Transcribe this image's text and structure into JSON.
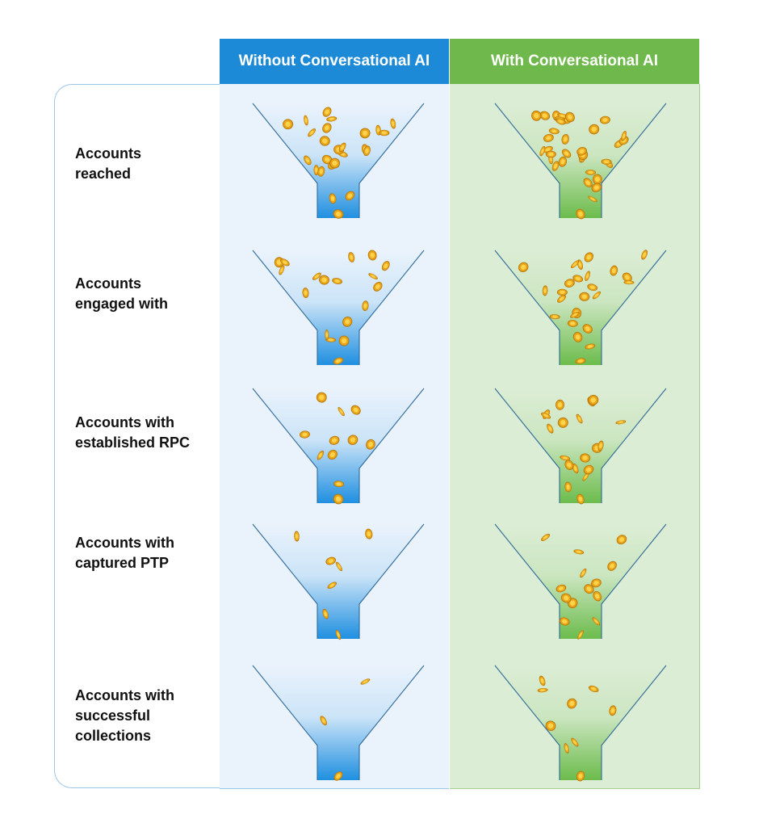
{
  "columns": {
    "without": {
      "label": "Without Conversational AI",
      "header_color": "#1d8ad8",
      "funnel_color": "#1f8fe0"
    },
    "with": {
      "label": "With Conversational AI",
      "header_color": "#6fb84b",
      "funnel_color": "#6cbc4c"
    }
  },
  "rows": [
    {
      "label_line1": "Accounts",
      "label_line2": "reached",
      "label_line3": ""
    },
    {
      "label_line1": "Accounts",
      "label_line2": "engaged with",
      "label_line3": ""
    },
    {
      "label_line1": "Accounts with",
      "label_line2": "established RPC",
      "label_line3": ""
    },
    {
      "label_line1": "Accounts with",
      "label_line2": "captured PTP",
      "label_line3": ""
    },
    {
      "label_line1": "Accounts with",
      "label_line2": "successful",
      "label_line3": "collections"
    }
  ],
  "coin_counts": {
    "without": [
      26,
      18,
      11,
      7,
      3
    ],
    "with": [
      34,
      25,
      19,
      14,
      9
    ]
  },
  "icons": {
    "coin": "gold-coin-icon",
    "funnel": "funnel-icon"
  }
}
